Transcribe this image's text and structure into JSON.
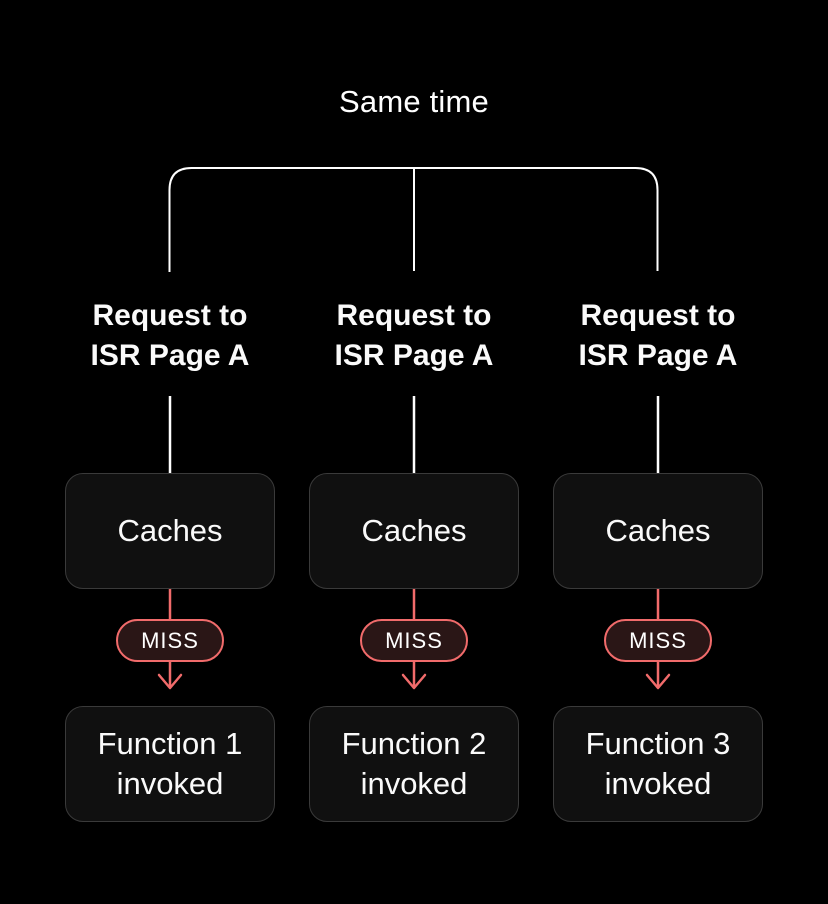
{
  "title": "Same time",
  "colors": {
    "background": "#000000",
    "line": "#ffffff",
    "accent_red": "#F16B6B",
    "miss_fill": "#2A1616",
    "box_fill": "#101010",
    "box_border": "#3A3A3A",
    "text": "#FAFAFA"
  },
  "columns": [
    {
      "request_label": "Request to\nISR Page A",
      "cache_label": "Caches",
      "status_badge": "MISS",
      "function_label": "Function 1\ninvoked"
    },
    {
      "request_label": "Request to\nISR Page A",
      "cache_label": "Caches",
      "status_badge": "MISS",
      "function_label": "Function 2\ninvoked"
    },
    {
      "request_label": "Request to\nISR Page A",
      "cache_label": "Caches",
      "status_badge": "MISS",
      "function_label": "Function 3\ninvoked"
    }
  ]
}
